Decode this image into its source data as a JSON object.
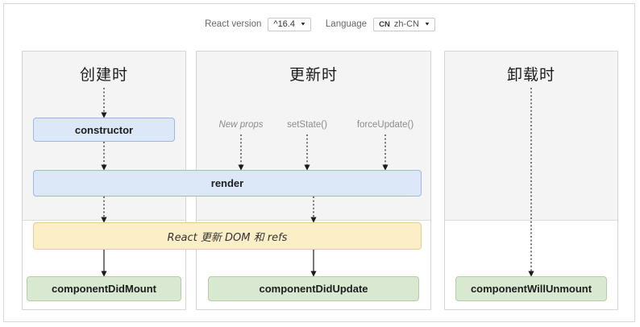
{
  "toolbar": {
    "version_label": "React version",
    "version_value": "^16.4",
    "language_label": "Language",
    "language_badge": "CN",
    "language_value": "zh-CN",
    "caret_icon": "▼"
  },
  "columns": [
    {
      "id": "mounting",
      "title": "创建时"
    },
    {
      "id": "updating",
      "title": "更新时"
    },
    {
      "id": "unmounting",
      "title": "卸载时"
    }
  ],
  "nodes": {
    "constructor": "constructor",
    "render": "render",
    "commit": "React 更新 DOM 和 refs",
    "did_mount": "componentDidMount",
    "did_update": "componentDidUpdate",
    "will_unmount": "componentWillUnmount"
  },
  "triggers": {
    "new_props": "New props",
    "set_state": "setState()",
    "force_update": "forceUpdate()"
  },
  "colors": {
    "blue_fill": "#dce7f8",
    "blue_border": "#9db7dd",
    "green_fill": "#d9e8d1",
    "green_border": "#b2cfa4",
    "yellow_fill": "#fcefc8",
    "yellow_border": "#e3ce92",
    "phase_band": "#f4f4f4",
    "panel_border": "#d5d5d5"
  }
}
